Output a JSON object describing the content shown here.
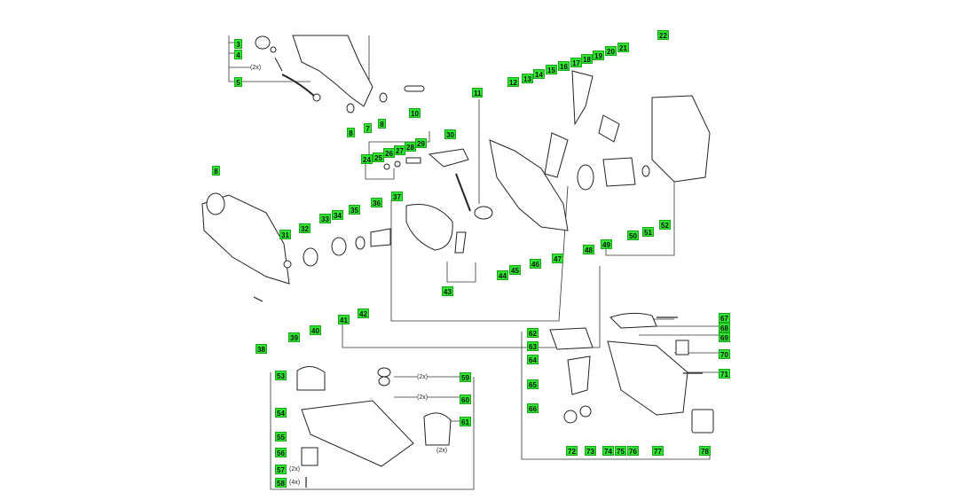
{
  "diagram": {
    "callouts": [
      "3",
      "4",
      "5",
      "7",
      "8",
      "8",
      "8",
      "10",
      "11",
      "12",
      "13",
      "14",
      "15",
      "16",
      "17",
      "18",
      "19",
      "20",
      "21",
      "22",
      "24",
      "25",
      "26",
      "27",
      "28",
      "29",
      "30",
      "31",
      "32",
      "33",
      "34",
      "35",
      "36",
      "37",
      "38",
      "39",
      "40",
      "41",
      "42",
      "43",
      "44",
      "45",
      "46",
      "47",
      "48",
      "49",
      "50",
      "51",
      "52",
      "53",
      "54",
      "55",
      "56",
      "57",
      "58",
      "59",
      "60",
      "61",
      "62",
      "63",
      "64",
      "65",
      "66",
      "67",
      "68",
      "69",
      "70",
      "71",
      "72",
      "73",
      "74",
      "75",
      "76",
      "77",
      "78"
    ],
    "quantities": [
      "(2x)",
      "(2x)",
      "(2x)",
      "(2x)",
      "(2x)",
      "(4x)"
    ]
  }
}
